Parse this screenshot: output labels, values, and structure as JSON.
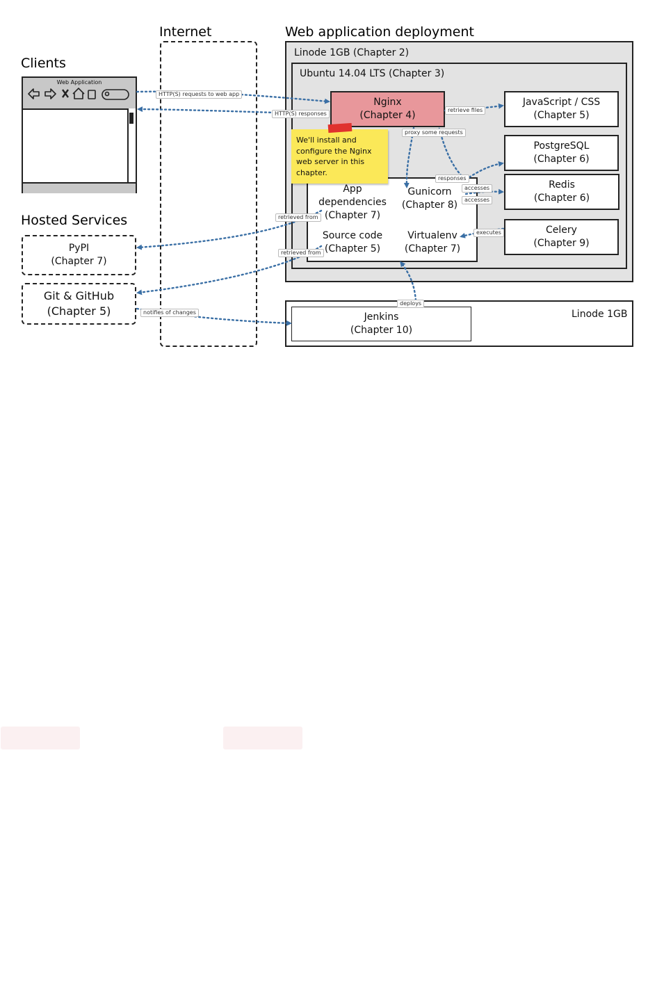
{
  "sections": {
    "clients": "Clients",
    "internet": "Internet",
    "web_app_deployment": "Web application deployment",
    "hosted_services": "Hosted Services"
  },
  "browser": {
    "title": "Web Application",
    "icons": [
      "back-arrow-icon",
      "forward-arrow-icon",
      "close-icon",
      "home-icon",
      "page-icon",
      "search-icon"
    ]
  },
  "containers": {
    "linode_main": "Linode 1GB  (Chapter 2)",
    "ubuntu": "Ubuntu 14.04 LTS  (Chapter 3)",
    "linode_jenkins": "Linode 1GB"
  },
  "nodes": {
    "nginx": [
      "Nginx",
      "(Chapter 4)"
    ],
    "js_css": [
      "JavaScript / CSS",
      "(Chapter 5)"
    ],
    "postgresql": [
      "PostgreSQL",
      "(Chapter 6)"
    ],
    "redis": [
      "Redis",
      "(Chapter 6)"
    ],
    "celery": [
      "Celery",
      "(Chapter 9)"
    ],
    "app_dependencies": [
      "App",
      "dependencies",
      "(Chapter 7)"
    ],
    "gunicorn": [
      "Gunicorn",
      "(Chapter 8)"
    ],
    "source_code": [
      "Source code",
      "(Chapter 5)"
    ],
    "virtualenv": [
      "Virtualenv",
      "(Chapter 7)"
    ],
    "pypi": [
      "PyPI",
      "(Chapter 7)"
    ],
    "git_github": [
      "Git & GitHub",
      "(Chapter 5)"
    ],
    "jenkins": [
      "Jenkins",
      "(Chapter 10)"
    ]
  },
  "note": "We'll install and configure the Nginx web server in this chapter.",
  "edge_labels": {
    "http_requests": "HTTP(S) requests to web app",
    "http_responses": "HTTP(S) responses",
    "retrieve_files": "retrieve files",
    "proxy": "proxy some requests",
    "responses": "responses",
    "accesses_1": "accesses",
    "accesses_2": "accesses",
    "executes": "executes",
    "retrieved_from_1": "retrieved from",
    "retrieved_from_2": "retrieved from",
    "deploys": "deploys",
    "notifies": "notifies of changes"
  },
  "colors": {
    "edge": "#3a6fa5",
    "nginx_fill": "#e8979b",
    "note_fill": "#fbe858",
    "note_tape": "#e0322e",
    "panel_fill": "#e3e3e3"
  }
}
